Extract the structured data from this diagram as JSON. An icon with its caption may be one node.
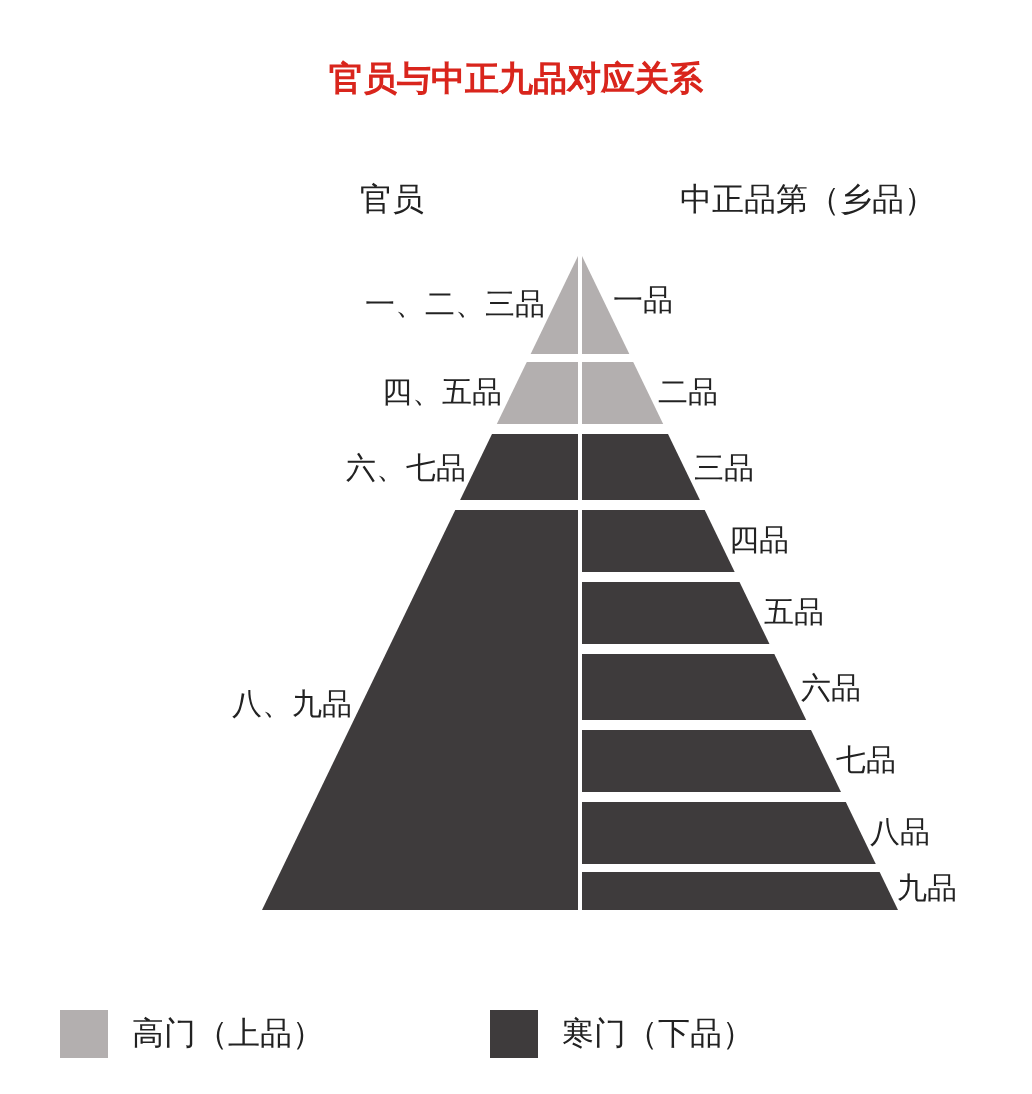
{
  "diagram": {
    "title": "官员与中正九品对应关系",
    "nodes": [
      {
        "text": [
          "一、二、三品"
        ]
      },
      {
        "text": [
          "四、五品"
        ]
      },
      {
        "text": [
          "六、七品"
        ]
      },
      {
        "text": [
          "八、九品"
        ]
      },
      {
        "text": [
          "一品"
        ]
      },
      {
        "text": [
          "二品"
        ]
      },
      {
        "text": [
          "三品"
        ]
      },
      {
        "text": [
          "四品"
        ]
      },
      {
        "text": [
          "五品"
        ]
      },
      {
        "text": [
          "六品"
        ]
      },
      {
        "text": [
          "七品"
        ]
      },
      {
        "text": [
          "八品"
        ]
      },
      {
        "text": [
          "九品"
        ]
      }
    ],
    "labels": [
      "官员",
      "中正品第（乡品）"
    ],
    "legend": [
      {
        "text": "高门（上品）",
        "color": "#b3afaf"
      },
      {
        "text": "寒门（下品）",
        "color": "#3e3b3c"
      }
    ]
  }
}
